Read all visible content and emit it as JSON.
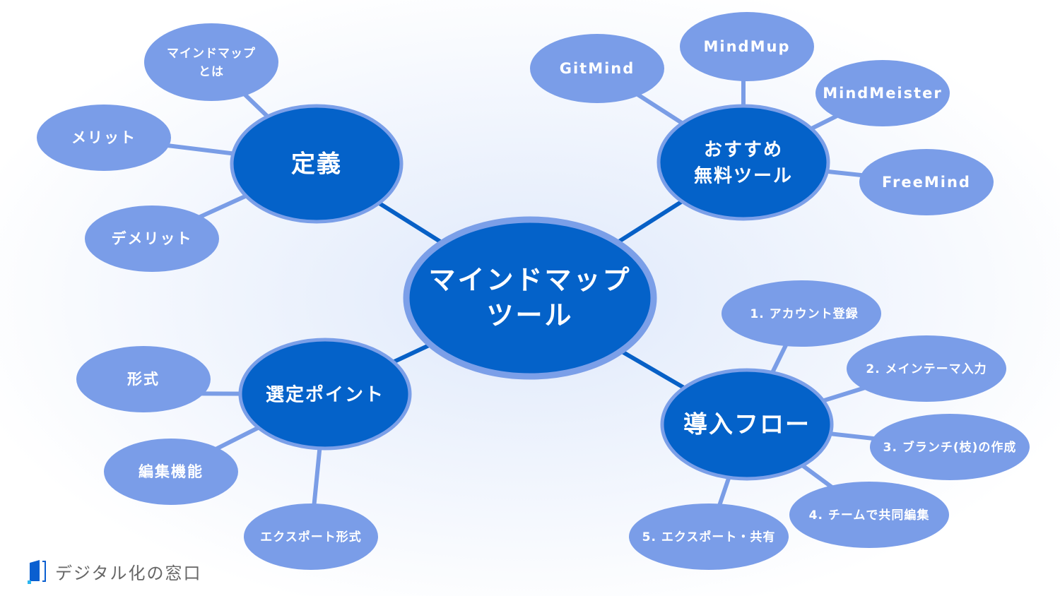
{
  "center": {
    "line1": "マインドマップ",
    "line2": "ツール"
  },
  "hubs": {
    "definition": {
      "label": "定義",
      "leaves": [
        "マインドマップ",
        "とは",
        "メリット",
        "デメリット"
      ]
    },
    "tools": {
      "line1": "おすすめ",
      "line2": "無料ツール",
      "leaves": [
        "GitMind",
        "MindMup",
        "MindMeister",
        "FreeMind"
      ]
    },
    "selection": {
      "label": "選定ポイント",
      "leaves": [
        "形式",
        "編集機能",
        "エクスポート形式"
      ]
    },
    "flow": {
      "label": "導入フロー",
      "leaves": [
        "1. アカウント登録",
        "2. メインテーマ入力",
        "3. ブランチ(枝)の作成",
        "4. チームで共同編集",
        "5. エクスポート・共有"
      ]
    }
  },
  "logo": {
    "text": "デジタル化の窓口"
  },
  "colors": {
    "hub": "#0462c9",
    "leaf": "#7a9de8",
    "border": "#7b9fe8"
  }
}
